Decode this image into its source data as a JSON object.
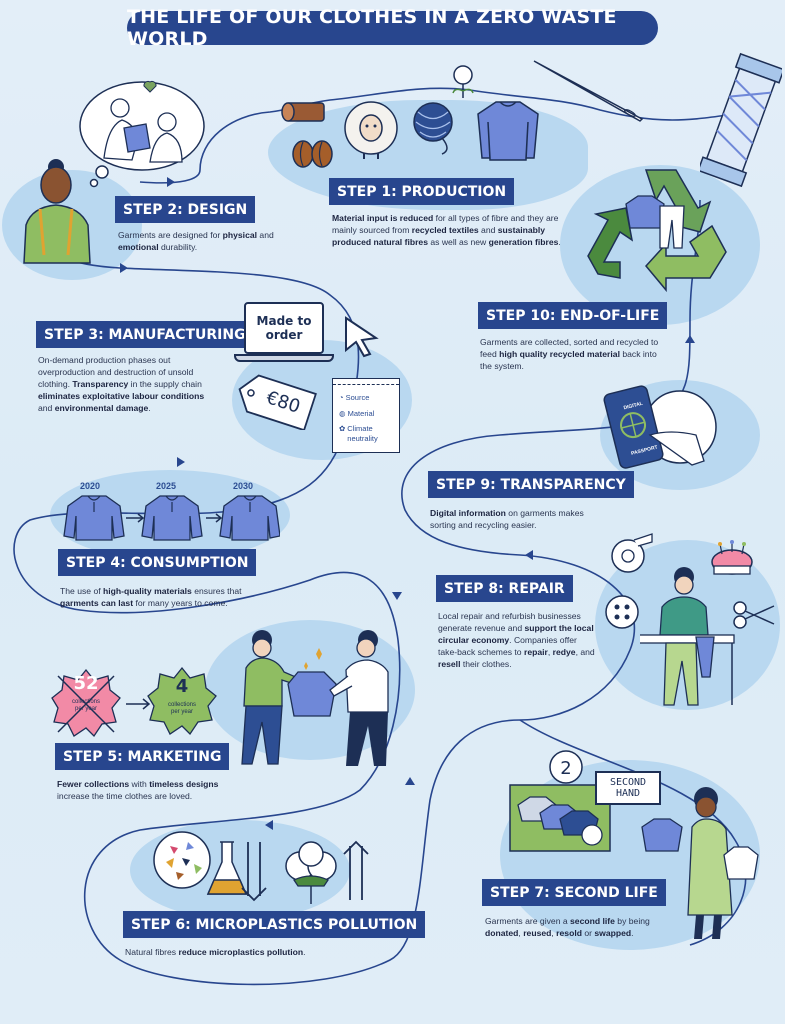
{
  "title": "THE LIFE OF OUR CLOTHES IN A ZERO WASTE WORLD",
  "steps": {
    "s1": {
      "heading": "STEP 1: PRODUCTION",
      "parts": [
        {
          "t": "Material input is reduced",
          "b": true
        },
        {
          "t": " for all types of fibre and they are mainly sourced from ",
          "b": false
        },
        {
          "t": "recycled textiles",
          "b": true
        },
        {
          "t": " and ",
          "b": false
        },
        {
          "t": "sustainably produced natural fibres",
          "b": true
        },
        {
          "t": " as well as new ",
          "b": false
        },
        {
          "t": "generation fibres",
          "b": true
        },
        {
          "t": ".",
          "b": false
        }
      ]
    },
    "s2": {
      "heading": "STEP 2: DESIGN",
      "parts": [
        {
          "t": "Garments are designed for ",
          "b": false
        },
        {
          "t": "physical",
          "b": true
        },
        {
          "t": " and ",
          "b": false
        },
        {
          "t": "emotional",
          "b": true
        },
        {
          "t": " durability.",
          "b": false
        }
      ]
    },
    "s3": {
      "heading": "STEP 3: MANUFACTURING",
      "parts": [
        {
          "t": "On-demand production phases out overproduction and destruction of unsold clothing. ",
          "b": false
        },
        {
          "t": "Transparency",
          "b": true
        },
        {
          "t": " in the supply chain ",
          "b": false
        },
        {
          "t": "eliminates exploitative labour conditions",
          "b": true
        },
        {
          "t": " and ",
          "b": false
        },
        {
          "t": "environmental damage",
          "b": true
        },
        {
          "t": ".",
          "b": false
        }
      ]
    },
    "s4": {
      "heading": "STEP 4: CONSUMPTION",
      "parts": [
        {
          "t": "The use of ",
          "b": false
        },
        {
          "t": "high-quality materials",
          "b": true
        },
        {
          "t": " ensures that ",
          "b": false
        },
        {
          "t": "garments can last",
          "b": true
        },
        {
          "t": " for many years to come.",
          "b": false
        }
      ]
    },
    "s5": {
      "heading": "STEP 5: MARKETING",
      "parts": [
        {
          "t": "Fewer collections",
          "b": true
        },
        {
          "t": " with ",
          "b": false
        },
        {
          "t": "timeless designs",
          "b": true
        },
        {
          "t": " increase the time clothes are loved.",
          "b": false
        }
      ]
    },
    "s6": {
      "heading": "STEP 6: MICROPLASTICS POLLUTION",
      "parts": [
        {
          "t": "Natural fibres ",
          "b": false
        },
        {
          "t": "reduce microplastics pollution",
          "b": true
        },
        {
          "t": ".",
          "b": false
        }
      ]
    },
    "s7": {
      "heading": "STEP 7: SECOND LIFE",
      "parts": [
        {
          "t": "Garments are given a ",
          "b": false
        },
        {
          "t": "second life",
          "b": true
        },
        {
          "t": " by being ",
          "b": false
        },
        {
          "t": "donated",
          "b": true
        },
        {
          "t": ", ",
          "b": false
        },
        {
          "t": "reused",
          "b": true
        },
        {
          "t": ", ",
          "b": false
        },
        {
          "t": "resold",
          "b": true
        },
        {
          "t": " or ",
          "b": false
        },
        {
          "t": "swapped",
          "b": true
        },
        {
          "t": ".",
          "b": false
        }
      ]
    },
    "s8": {
      "heading": "STEP 8: REPAIR",
      "parts": [
        {
          "t": "Local repair and refurbish businesses generate revenue and ",
          "b": false
        },
        {
          "t": "support the local circular economy",
          "b": true
        },
        {
          "t": ". Companies offer take-back schemes to ",
          "b": false
        },
        {
          "t": "repair",
          "b": true
        },
        {
          "t": ", ",
          "b": false
        },
        {
          "t": "redye",
          "b": true
        },
        {
          "t": ", and ",
          "b": false
        },
        {
          "t": "resell",
          "b": true
        },
        {
          "t": " their clothes.",
          "b": false
        }
      ]
    },
    "s9": {
      "heading": "STEP 9: TRANSPARENCY",
      "parts": [
        {
          "t": "Digital information",
          "b": true
        },
        {
          "t": " on garments makes sorting and recycling easier.",
          "b": false
        }
      ]
    },
    "s10": {
      "heading": "STEP 10: END-OF-LIFE",
      "parts": [
        {
          "t": "Garments are collected, sorted and recycled to feed ",
          "b": false
        },
        {
          "t": "high quality recycled material",
          "b": true
        },
        {
          "t": " back into the system.",
          "b": false
        }
      ]
    }
  },
  "laptop": {
    "line1": "Made to",
    "line2": "order"
  },
  "price_tag": "€80",
  "label_card": {
    "source": "Source",
    "material": "Material",
    "climate1": "Climate",
    "climate2": "neutrality"
  },
  "years": [
    "2020",
    "2025",
    "2030"
  ],
  "collections": {
    "before_num": "52",
    "before_label1": "collections",
    "before_label2": "per year",
    "after_num": "4",
    "after_label1": "collections",
    "after_label2": "per year"
  },
  "second_hand": {
    "line1": "SECOND",
    "line2": "HAND"
  },
  "passport": {
    "line1": "DIGITAL",
    "line2": "PASSPORT"
  },
  "colors": {
    "navy": "#28468e",
    "blob": "#b9d8f0",
    "green": "#6aa25a",
    "shirt": "#6f88d8"
  }
}
